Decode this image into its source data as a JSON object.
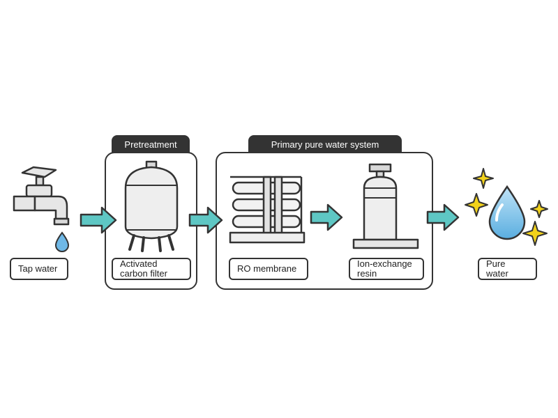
{
  "groups": {
    "pretreatment": {
      "title": "Pretreatment"
    },
    "primary": {
      "title": "Primary pure water system"
    }
  },
  "stages": {
    "tap": {
      "label": "Tap water"
    },
    "carbon": {
      "line1": "Activated",
      "line2": "carbon filter"
    },
    "ro": {
      "label": "RO membrane"
    },
    "ion": {
      "line1": "Ion-exchange",
      "line2": "resin"
    },
    "pure": {
      "label": "Pure water"
    }
  },
  "colors": {
    "outline": "#333333",
    "arrow": "#5ec7c4",
    "water": "#6fb8e6",
    "sparkle": "#f2d21b",
    "equipment": "#f2f2f2"
  },
  "icons": [
    "faucet-icon",
    "water-drop-icon",
    "tank-icon",
    "ro-membrane-icon",
    "ion-exchange-vessel-icon",
    "sparkle-icon",
    "flow-arrow-icon"
  ]
}
